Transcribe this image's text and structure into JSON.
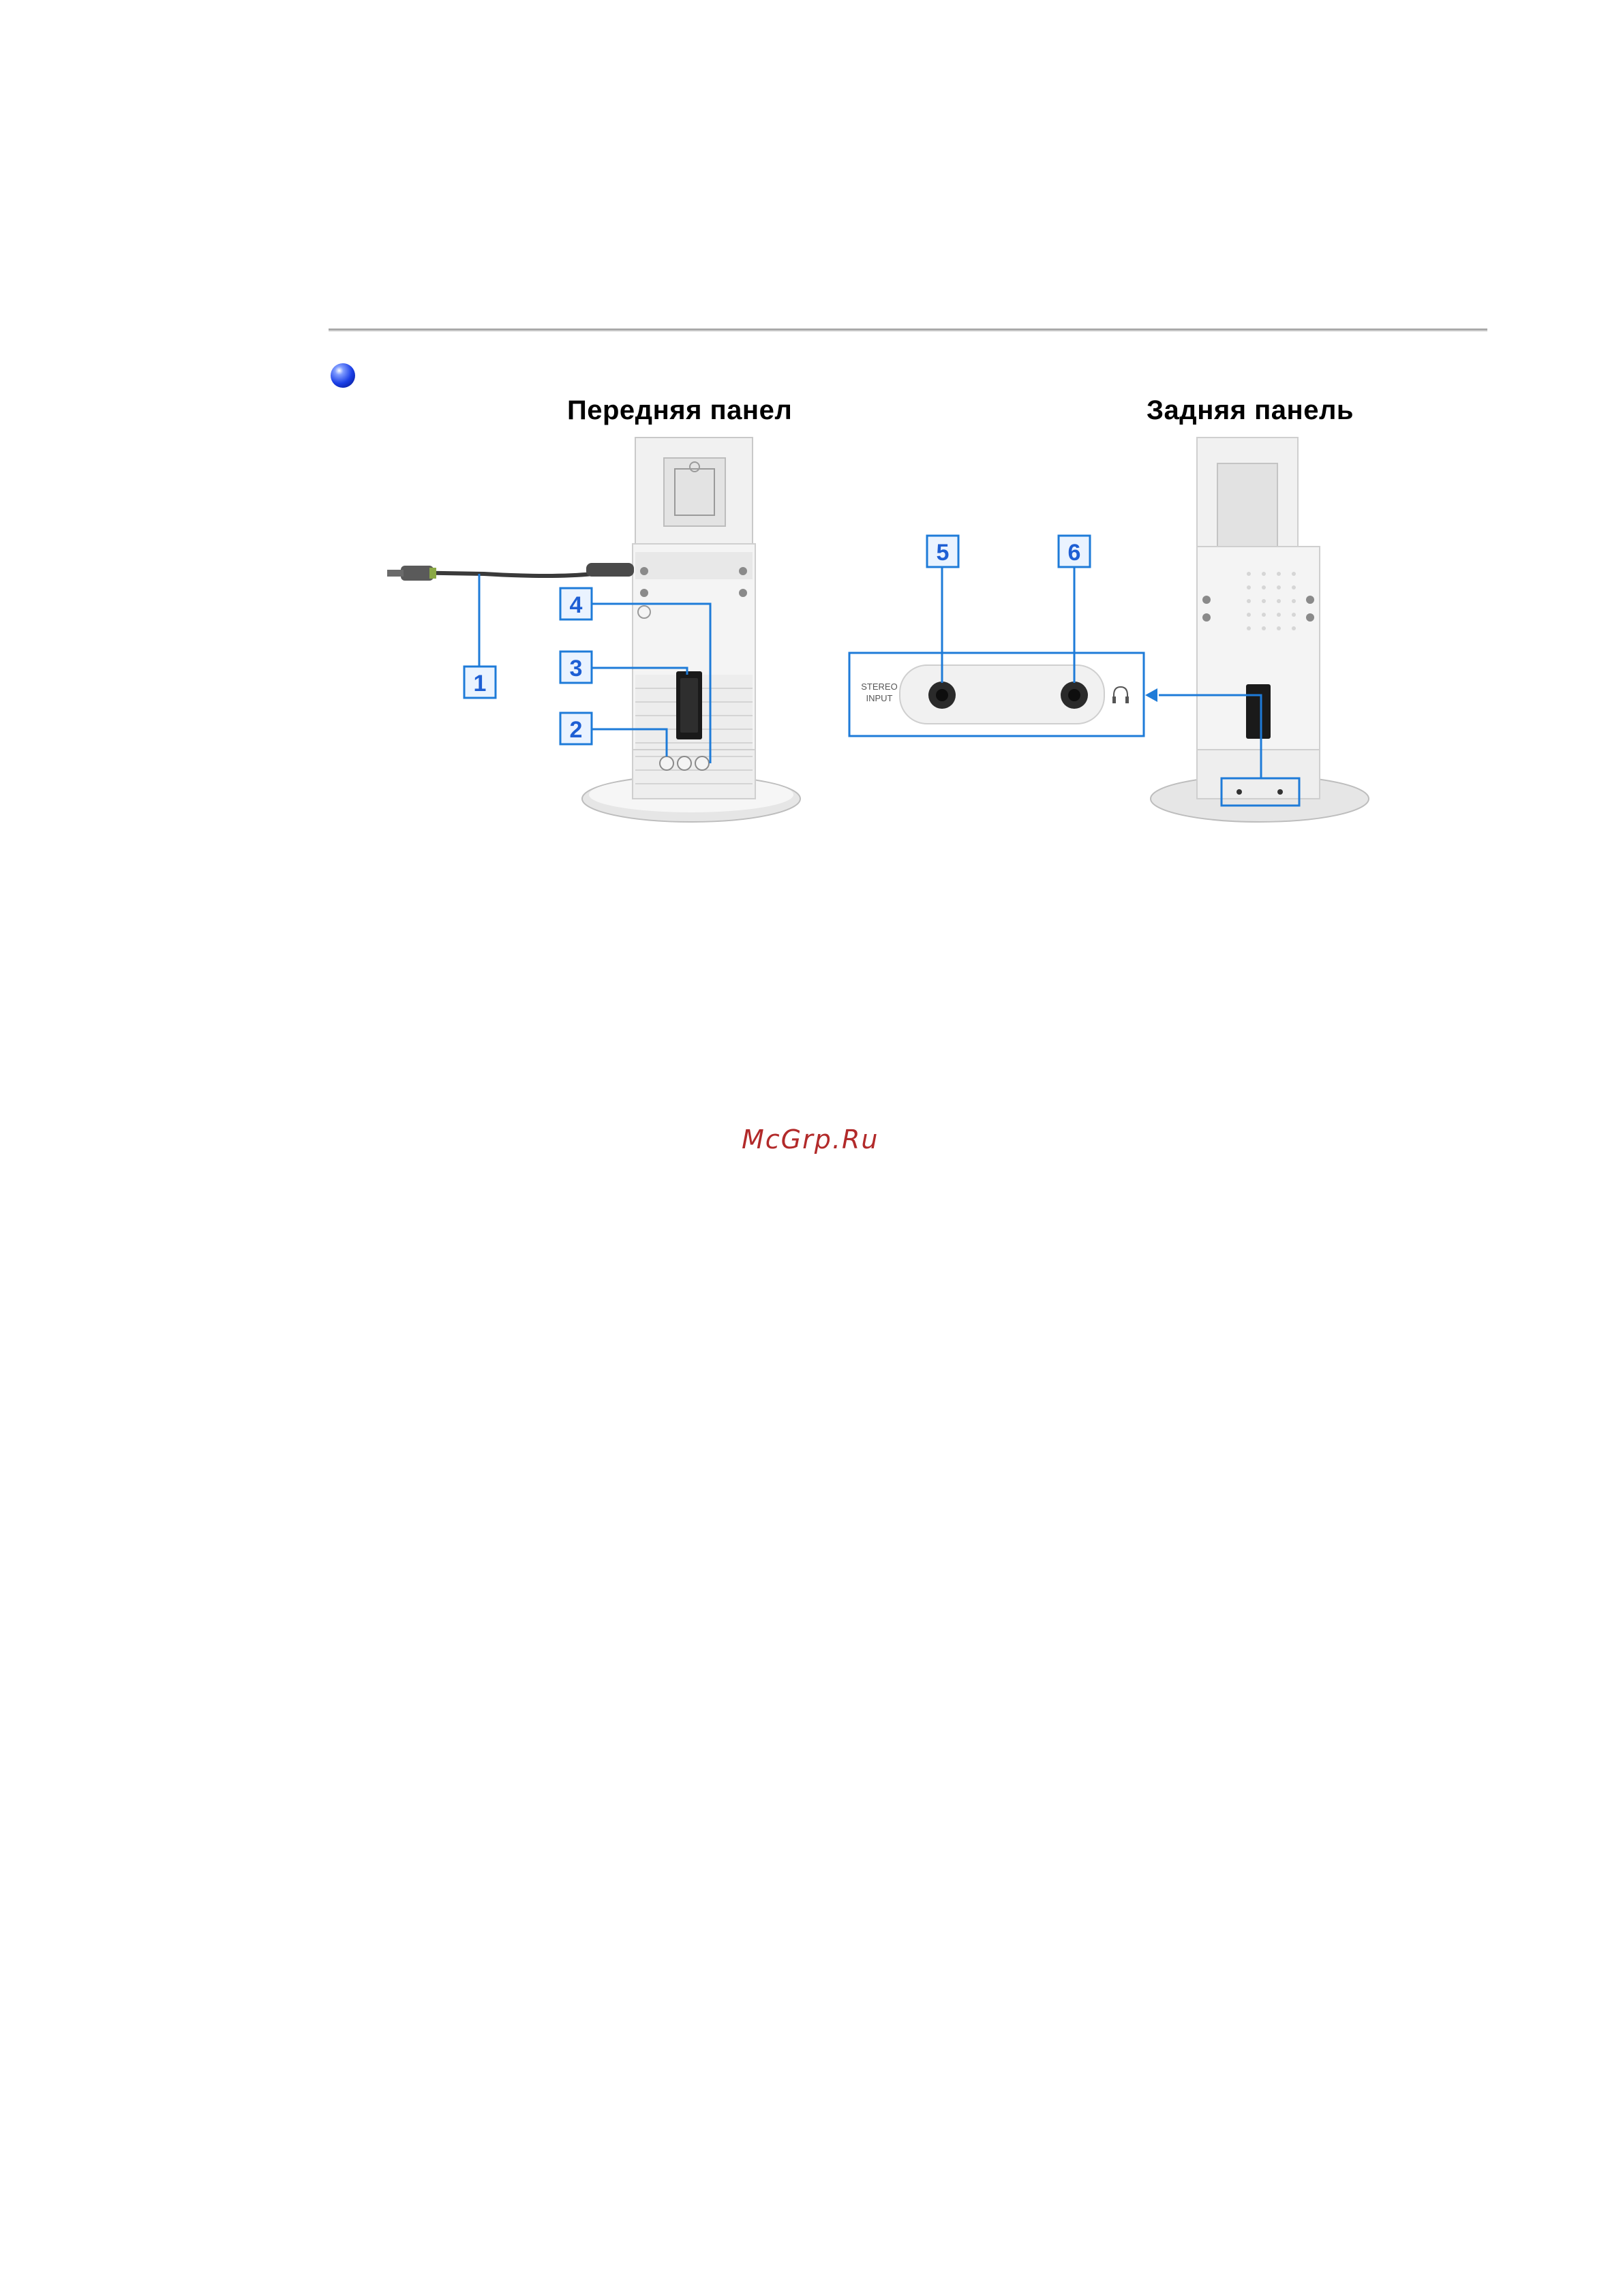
{
  "page": {
    "accent_blue": "#1e7bd8",
    "rule_color": "#a9a9a9",
    "bullet_icon": "blue-sphere-bullet"
  },
  "figure": {
    "front_title": "Передняя панел",
    "rear_title": "Задняя панель",
    "callouts": [
      "1",
      "2",
      "3",
      "4",
      "5",
      "6"
    ],
    "stereo_label_line1": "STEREO",
    "stereo_label_line2": "INPUT",
    "headphone_icon": "headphone-icon"
  },
  "watermark": {
    "text": "McGrp.Ru"
  }
}
